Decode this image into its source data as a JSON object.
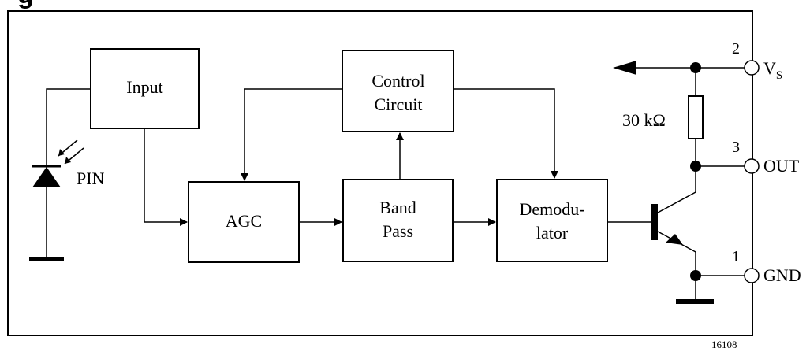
{
  "header": {
    "title_fragment": "g"
  },
  "blocks": {
    "input": "Input",
    "control_line1": "Control",
    "control_line2": "Circuit",
    "agc": "AGC",
    "bandpass_line1": "Band",
    "bandpass_line2": "Pass",
    "demod_line1": "Demodu-",
    "demod_line2": "lator"
  },
  "components": {
    "photodiode": "PIN",
    "resistor": "30 kΩ"
  },
  "pins": [
    {
      "number": "2",
      "name": "V",
      "subscript": "S"
    },
    {
      "number": "3",
      "name": "OUT"
    },
    {
      "number": "1",
      "name": "GND"
    }
  ],
  "figure_number": "16108"
}
